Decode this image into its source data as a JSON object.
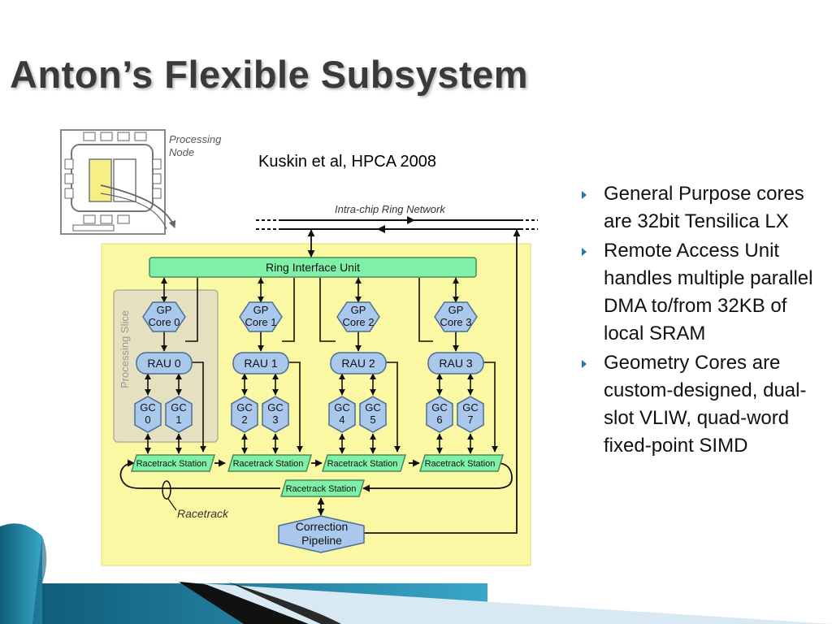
{
  "slide": {
    "title": "Anton’s Flexible Subsystem",
    "citation": "Kuskin et al, HPCA 2008",
    "bullets": [
      "General Purpose cores are 32bit Tensilica LX",
      "Remote Access Unit handles multiple parallel DMA to/from 32KB of  local SRAM",
      "Geometry Cores are custom-designed, dual-slot VLIW, quad-word fixed-point SIMD"
    ]
  },
  "diagram": {
    "processing_node_label": [
      "Processing",
      "Node"
    ],
    "ring_network_label": "Intra-chip Ring Network",
    "ring_interface_unit": "Ring Interface Unit",
    "processing_slice_label": "Processing Slice",
    "gp_cores": [
      [
        "GP",
        "Core 0"
      ],
      [
        "GP",
        "Core 1"
      ],
      [
        "GP",
        "Core 2"
      ],
      [
        "GP",
        "Core 3"
      ]
    ],
    "raus": [
      "RAU 0",
      "RAU 1",
      "RAU 2",
      "RAU 3"
    ],
    "gcs": [
      [
        "GC",
        "0"
      ],
      [
        "GC",
        "1"
      ],
      [
        "GC",
        "2"
      ],
      [
        "GC",
        "3"
      ],
      [
        "GC",
        "4"
      ],
      [
        "GC",
        "5"
      ],
      [
        "GC",
        "6"
      ],
      [
        "GC",
        "7"
      ]
    ],
    "racetrack_station": "Racetrack Station",
    "racetrack_label": "Racetrack",
    "correction_pipeline": [
      "Correction",
      "Pipeline"
    ]
  },
  "colors": {
    "yellow_bg": "#fbf8a3",
    "green": "#7ff0a8",
    "blue": "#a9c8ec",
    "accent": "#1a7fa5"
  }
}
